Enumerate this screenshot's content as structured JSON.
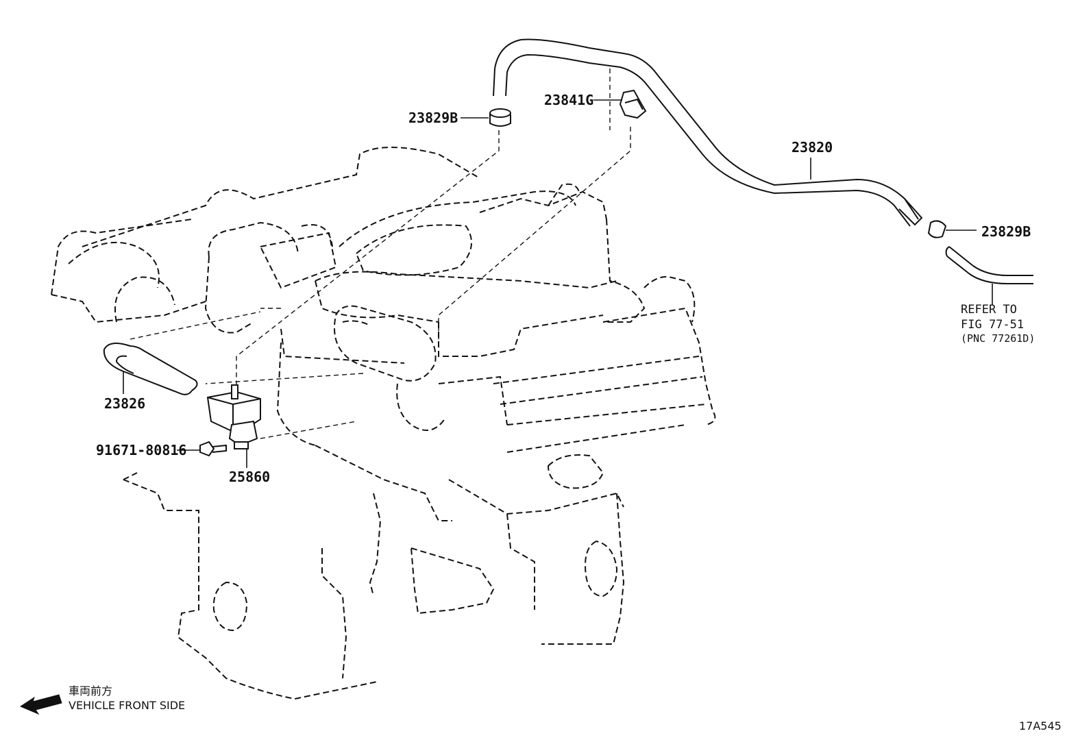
{
  "parts": {
    "clip_upper": "23829B",
    "connector": "23841G",
    "hose_main": "23820",
    "clip_right": "23829B",
    "hose_small": "23826",
    "bolt": "91671-80816",
    "vsv": "25860"
  },
  "reference": {
    "line1": "REFER TO",
    "line2": "FIG 77-51",
    "line3": "(PNC 77261D)"
  },
  "direction": {
    "japanese": "車両前方",
    "english": "VEHICLE FRONT SIDE"
  },
  "figure_id": "17A545"
}
